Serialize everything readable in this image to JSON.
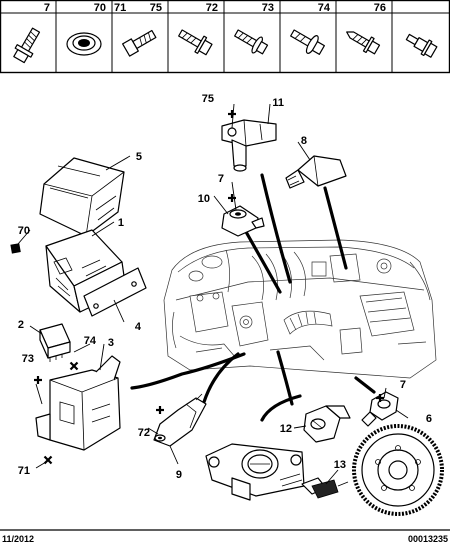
{
  "header": {
    "cells": [
      {
        "ref": "7",
        "icon": "flanged-bolt-icon"
      },
      {
        "ref": "70",
        "icon": "rubber-grommet-icon"
      },
      {
        "ref": "71",
        "icon": "bolt-icon"
      },
      {
        "ref": "75",
        "icon": "flanged-screw-icon"
      },
      {
        "ref": "72",
        "icon": "tapping-screw-icon"
      },
      {
        "ref": "73",
        "icon": "screw-with-washer-icon"
      },
      {
        "ref": "74",
        "icon": "self-tapping-screw-icon"
      },
      {
        "ref": "76",
        "icon": "shouldered-bolt-icon"
      }
    ]
  },
  "callouts": {
    "c1": "1",
    "c2": "2",
    "c3": "3",
    "c4": "4",
    "c5": "5",
    "c6": "6",
    "c7a": "7",
    "c7b": "7",
    "c8": "8",
    "c9": "9",
    "c10": "10",
    "c11": "11",
    "c12": "12",
    "c13": "13",
    "c70": "70",
    "c71": "71",
    "c72": "72",
    "c73": "73",
    "c74": "74",
    "c75": "75"
  },
  "footer": {
    "date": "11/2012",
    "reference": "00013235"
  }
}
